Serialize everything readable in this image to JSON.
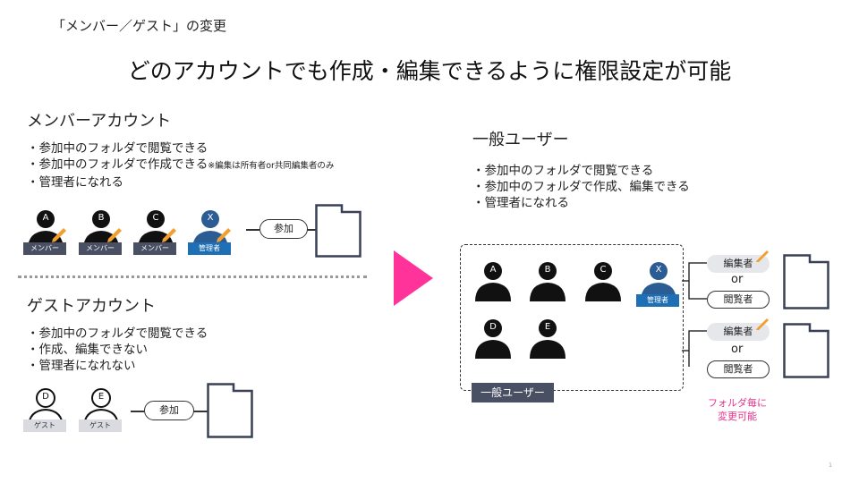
{
  "header": {
    "title": "「メンバー／ゲスト」の変更"
  },
  "headline": "どのアカウントでも作成・編集できるように権限設定が可能",
  "member_section": {
    "title": "メンバーアカウント",
    "bullets": [
      "・参加中のフォルダで閲覧できる",
      "・参加中のフォルダで作成できる",
      "・管理者になれる"
    ],
    "note": "※編集は所有者or共同編集者のみ",
    "users": [
      {
        "letter": "A",
        "role": "メンバー"
      },
      {
        "letter": "B",
        "role": "メンバー"
      },
      {
        "letter": "C",
        "role": "メンバー"
      },
      {
        "letter": "X",
        "role": "管理者"
      }
    ],
    "join_label": "参加"
  },
  "guest_section": {
    "title": "ゲストアカウント",
    "bullets": [
      "・参加中のフォルダで閲覧できる",
      "・作成、編集できない",
      "・管理者になれない"
    ],
    "users": [
      {
        "letter": "D",
        "role": "ゲスト"
      },
      {
        "letter": "E",
        "role": "ゲスト"
      }
    ],
    "join_label": "参加"
  },
  "general_section": {
    "title": "一般ユーザー",
    "bullets": [
      "・参加中のフォルダで閲覧できる",
      "・参加中のフォルダで作成、編集できる",
      "・管理者になれる"
    ],
    "users": [
      {
        "letter": "A"
      },
      {
        "letter": "B"
      },
      {
        "letter": "C"
      },
      {
        "letter": "X",
        "role": "管理者"
      },
      {
        "letter": "D"
      },
      {
        "letter": "E"
      }
    ],
    "box_label": "一般ユーザー",
    "permission_options": [
      {
        "editor": "編集者",
        "or": "or",
        "viewer": "閲覧者"
      },
      {
        "editor": "編集者",
        "or": "or",
        "viewer": "閲覧者"
      }
    ],
    "note_line1": "フォルダ毎に",
    "note_line2": "変更可能"
  },
  "colors": {
    "arrow": "#ff3399",
    "admin": "#1f6fb5",
    "member_tag": "#4a5064",
    "pencil": "#f0a030",
    "note": "#e8338d"
  },
  "page_number": "1"
}
